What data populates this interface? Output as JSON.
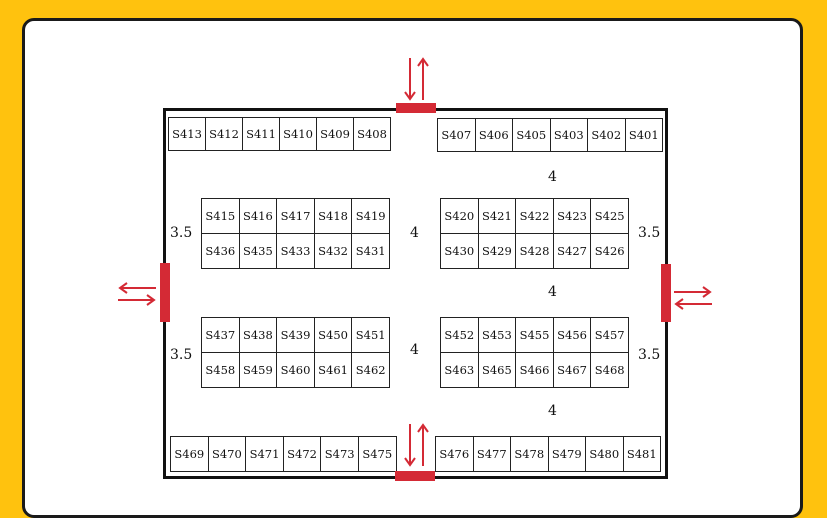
{
  "colors": {
    "background": "#FFC20E",
    "door": "#D42A35",
    "line": "#111111"
  },
  "top_left_row": [
    "S413",
    "S412",
    "S411",
    "S410",
    "S409",
    "S408"
  ],
  "top_right_row": [
    "S407",
    "S406",
    "S405",
    "S403",
    "S402",
    "S401"
  ],
  "block_a": {
    "row1": [
      "S415",
      "S416",
      "S417",
      "S418",
      "S419"
    ],
    "row2": [
      "S436",
      "S435",
      "S433",
      "S432",
      "S431"
    ]
  },
  "block_b": {
    "row1": [
      "S420",
      "S421",
      "S422",
      "S423",
      "S425"
    ],
    "row2": [
      "S430",
      "S429",
      "S428",
      "S427",
      "S426"
    ]
  },
  "block_c": {
    "row1": [
      "S437",
      "S438",
      "S439",
      "S450",
      "S451"
    ],
    "row2": [
      "S458",
      "S459",
      "S460",
      "S461",
      "S462"
    ]
  },
  "block_d": {
    "row1": [
      "S452",
      "S453",
      "S455",
      "S456",
      "S457"
    ],
    "row2": [
      "S463",
      "S465",
      "S466",
      "S467",
      "S468"
    ]
  },
  "bottom_left_row": [
    "S469",
    "S470",
    "S471",
    "S472",
    "S473",
    "S475"
  ],
  "bottom_right_row": [
    "S476",
    "S477",
    "S478",
    "S479",
    "S480",
    "S481"
  ],
  "dimensions": {
    "aisle_top_right": "4",
    "left_upper": "3.5",
    "center_upper": "4",
    "right_upper": "3.5",
    "aisle_middle_right": "4",
    "left_lower": "3.5",
    "center_lower": "4",
    "right_lower": "3.5",
    "aisle_bottom_right": "4"
  },
  "doors": [
    "door-top-icon",
    "door-bottom-icon",
    "door-left-icon",
    "door-right-icon"
  ]
}
